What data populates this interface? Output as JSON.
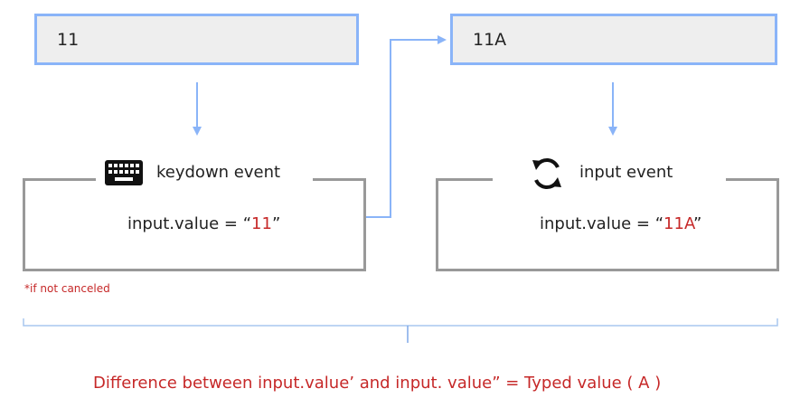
{
  "left": {
    "field_value": "11",
    "event_label": "keydown event",
    "value_prefix": "input.value = “",
    "value_highlight": "11",
    "value_suffix": "”",
    "icon": "keyboard-icon"
  },
  "right": {
    "field_value": "11A",
    "event_label": "input event",
    "value_prefix": "input.value = “",
    "value_highlight": "11A",
    "value_suffix": "”",
    "icon": "sync-icon"
  },
  "note": "*if not canceled",
  "summary": "Difference between input.value’ and input. value” = Typed value  ( A )",
  "colors": {
    "field_border": "#8ab4f8",
    "field_fill": "#eeeeee",
    "arrow": "#8ab4f8",
    "box_border": "#999999",
    "highlight": "#c62828"
  }
}
